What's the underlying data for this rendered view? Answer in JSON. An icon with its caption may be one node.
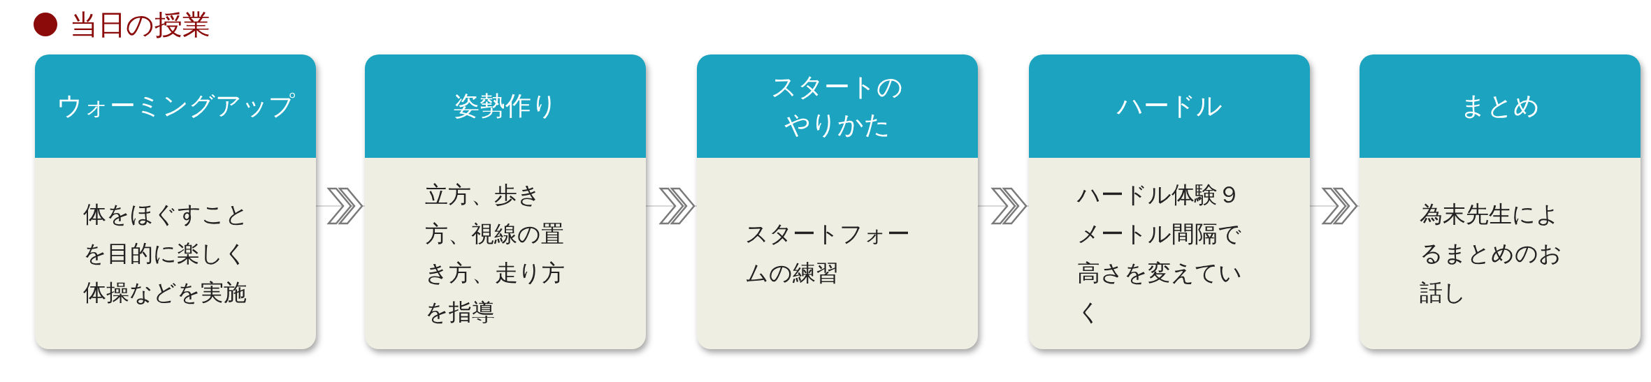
{
  "diagram": {
    "title": "当日の授業",
    "nodes": [
      {
        "text": [
          "ウォーミングアップ",
          "体をほぐすことを目的に楽しく体操などを実施"
        ]
      },
      {
        "text": [
          "姿勢作り",
          "立方、歩き方、視線の置き方、走り方を指導"
        ]
      },
      {
        "text": [
          "スタートのやりかた",
          "スタートフォームの練習"
        ]
      },
      {
        "text": [
          "ハードル",
          "ハードル体験９メートル間隔で高さを変えていく"
        ]
      },
      {
        "text": [
          "まとめ",
          "為末先生によるまとめのお話し"
        ]
      }
    ],
    "edges": [
      {
        "from": 0,
        "to": 1,
        "arrow": "to"
      },
      {
        "from": 1,
        "to": 2,
        "arrow": "to"
      },
      {
        "from": 2,
        "to": 3,
        "arrow": "to"
      },
      {
        "from": 3,
        "to": 4,
        "arrow": "to"
      }
    ]
  }
}
